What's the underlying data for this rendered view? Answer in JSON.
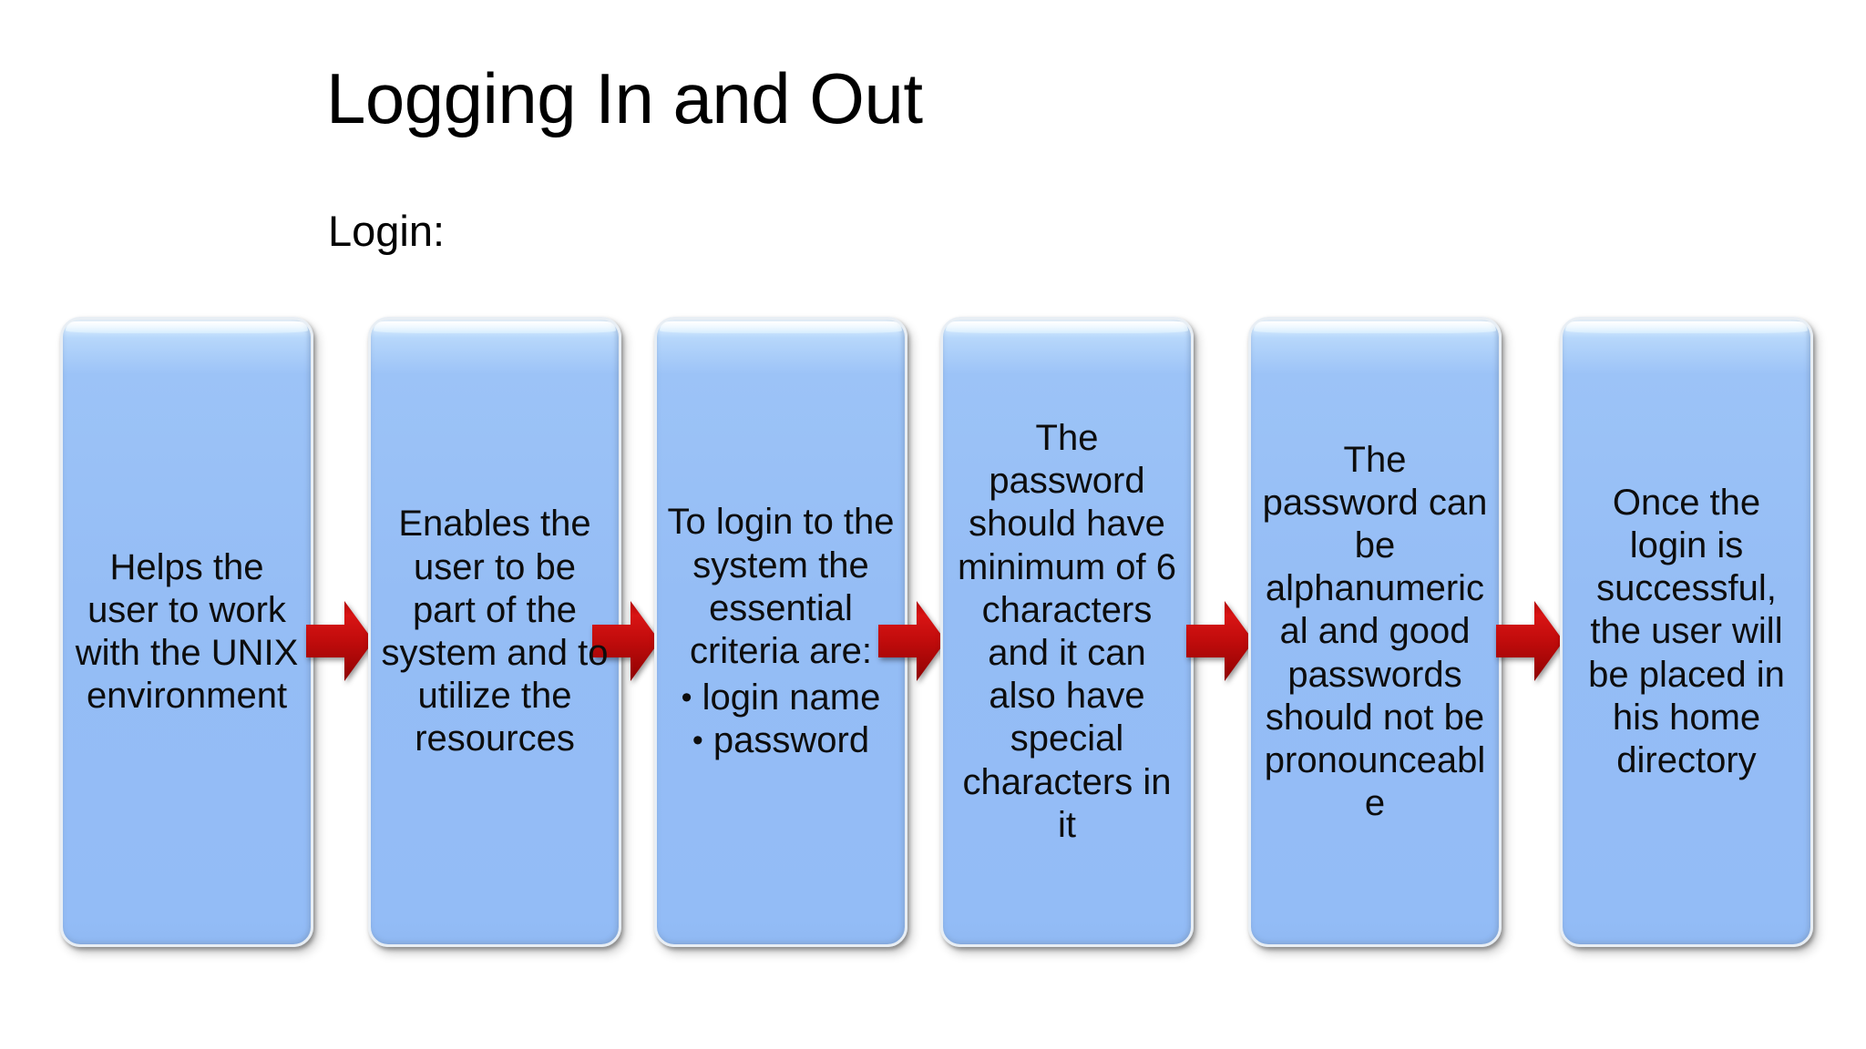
{
  "slide": {
    "title": "Logging In and Out",
    "subtitle": "Login:",
    "background_color": "#FFFFFF"
  },
  "style": {
    "box_fill": "#95BDF5",
    "box_highlight": "#EAF6FF",
    "box_border": "#E8EEF4",
    "arrow_fill": "#D21212",
    "arrow_fill_dark": "#9C0000",
    "text_color": "#000000"
  },
  "process": {
    "steps": [
      {
        "index": 1,
        "text": "Helps the user to work with the UNIX environment",
        "bullets": []
      },
      {
        "index": 2,
        "text": "Enables the user to be part of the system and to utilize the resources",
        "bullets": []
      },
      {
        "index": 3,
        "text": "To login to the system the essential criteria are:",
        "bullets": [
          "login name",
          "password"
        ]
      },
      {
        "index": 4,
        "text": "The password should have minimum of 6 characters and it can also have special characters in it",
        "bullets": []
      },
      {
        "index": 5,
        "text": "The password can be alphanumerical and good passwords should not be pronounceable",
        "bullets": []
      },
      {
        "index": 6,
        "text": "Once the login is successful, the user will be placed in his home directory",
        "bullets": []
      }
    ],
    "connectors": [
      {
        "icon": "right-arrow-icon",
        "from": 1,
        "to": 2
      },
      {
        "icon": "right-arrow-icon",
        "from": 2,
        "to": 3
      },
      {
        "icon": "right-arrow-icon",
        "from": 3,
        "to": 4
      },
      {
        "icon": "right-arrow-icon",
        "from": 4,
        "to": 5
      },
      {
        "icon": "right-arrow-icon",
        "from": 5,
        "to": 6
      }
    ]
  }
}
